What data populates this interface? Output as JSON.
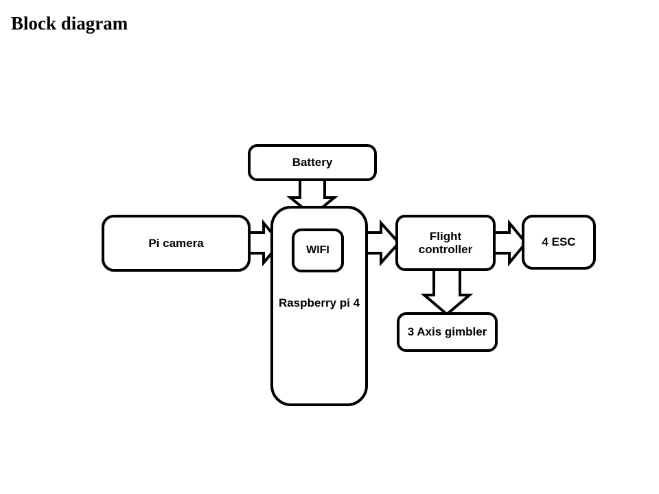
{
  "slide": {
    "title": "Block diagram",
    "background_color": "#ffffff",
    "line_color": "#000000",
    "fill_color": "#ffffff"
  },
  "diagram": {
    "type": "block-diagram",
    "blocks": [
      {
        "id": "battery",
        "label": "Battery",
        "shape": "rounded-rect"
      },
      {
        "id": "pi-camera",
        "label": "Pi camera",
        "shape": "rounded-rect"
      },
      {
        "id": "raspberry-pi",
        "label": "Raspberry pi 4",
        "shape": "rounded-rect"
      },
      {
        "id": "wifi",
        "label": "WIFI",
        "shape": "rounded-rect",
        "parent": "raspberry-pi"
      },
      {
        "id": "flight-controller",
        "label": "Flight\ncontroller",
        "shape": "rounded-rect"
      },
      {
        "id": "esc",
        "label": "4 ESC",
        "shape": "rounded-rect"
      },
      {
        "id": "gimbler",
        "label": "3 Axis gimbler",
        "shape": "rounded-rect"
      }
    ],
    "connectors": [
      {
        "id": "pi-camera-to-raspberry-pi",
        "from": "pi-camera",
        "to": "raspberry-pi",
        "style": "block-arrow",
        "direction": "right"
      },
      {
        "id": "battery-to-raspberry-pi",
        "from": "battery",
        "to": "raspberry-pi",
        "style": "block-arrow",
        "direction": "down"
      },
      {
        "id": "raspberry-pi-to-flight-controller",
        "from": "raspberry-pi",
        "to": "flight-controller",
        "style": "block-arrow",
        "direction": "right"
      },
      {
        "id": "flight-controller-to-esc",
        "from": "flight-controller",
        "to": "esc",
        "style": "block-arrow",
        "direction": "right"
      },
      {
        "id": "flight-controller-to-gimbler",
        "from": "flight-controller",
        "to": "gimbler",
        "style": "block-arrow",
        "direction": "down"
      }
    ]
  }
}
